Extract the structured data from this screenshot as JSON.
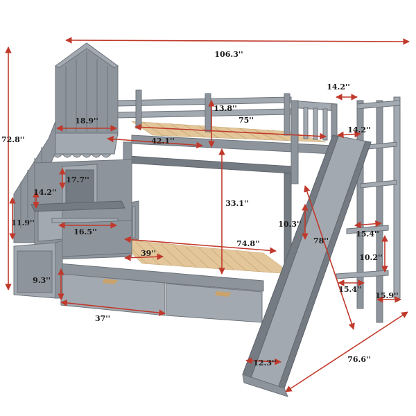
{
  "dimensions": {
    "overall_length": "106.3''",
    "overall_height": "72.8''",
    "overall_depth": "76.6''",
    "tower_width": "18.9''",
    "upper_guard_height": "13.8''",
    "upper_mattress_length": "75''",
    "upper_mattress_width": "42.1''",
    "ladder_width_top": "14.2''",
    "ladder_rail_gap": "14.2''",
    "stair_step_height": "14.2''",
    "window_height": "17.7''",
    "stair_rise": "11.9''",
    "shelf_width": "16.5''",
    "under_bed_clearance": "33.1''",
    "slide_side_height": "10.3''",
    "slide_length": "78''",
    "lower_mattress_length": "74.8''",
    "lower_mattress_width": "39''",
    "ladder_shelf_width": "15.4''",
    "ladder_step_height": "10.2''",
    "ladder_base_width": "15.4''",
    "ladder_post_gap": "15.9''",
    "cabinet_height": "9.3''",
    "drawer_length": "37''",
    "slide_width": "12.3''"
  },
  "colors": {
    "frame": "#8d949c",
    "frame_light": "#a3a9b0",
    "frame_dark": "#757b83",
    "slats": "#e3c79b",
    "dimension_arrow": "#c0392b"
  }
}
